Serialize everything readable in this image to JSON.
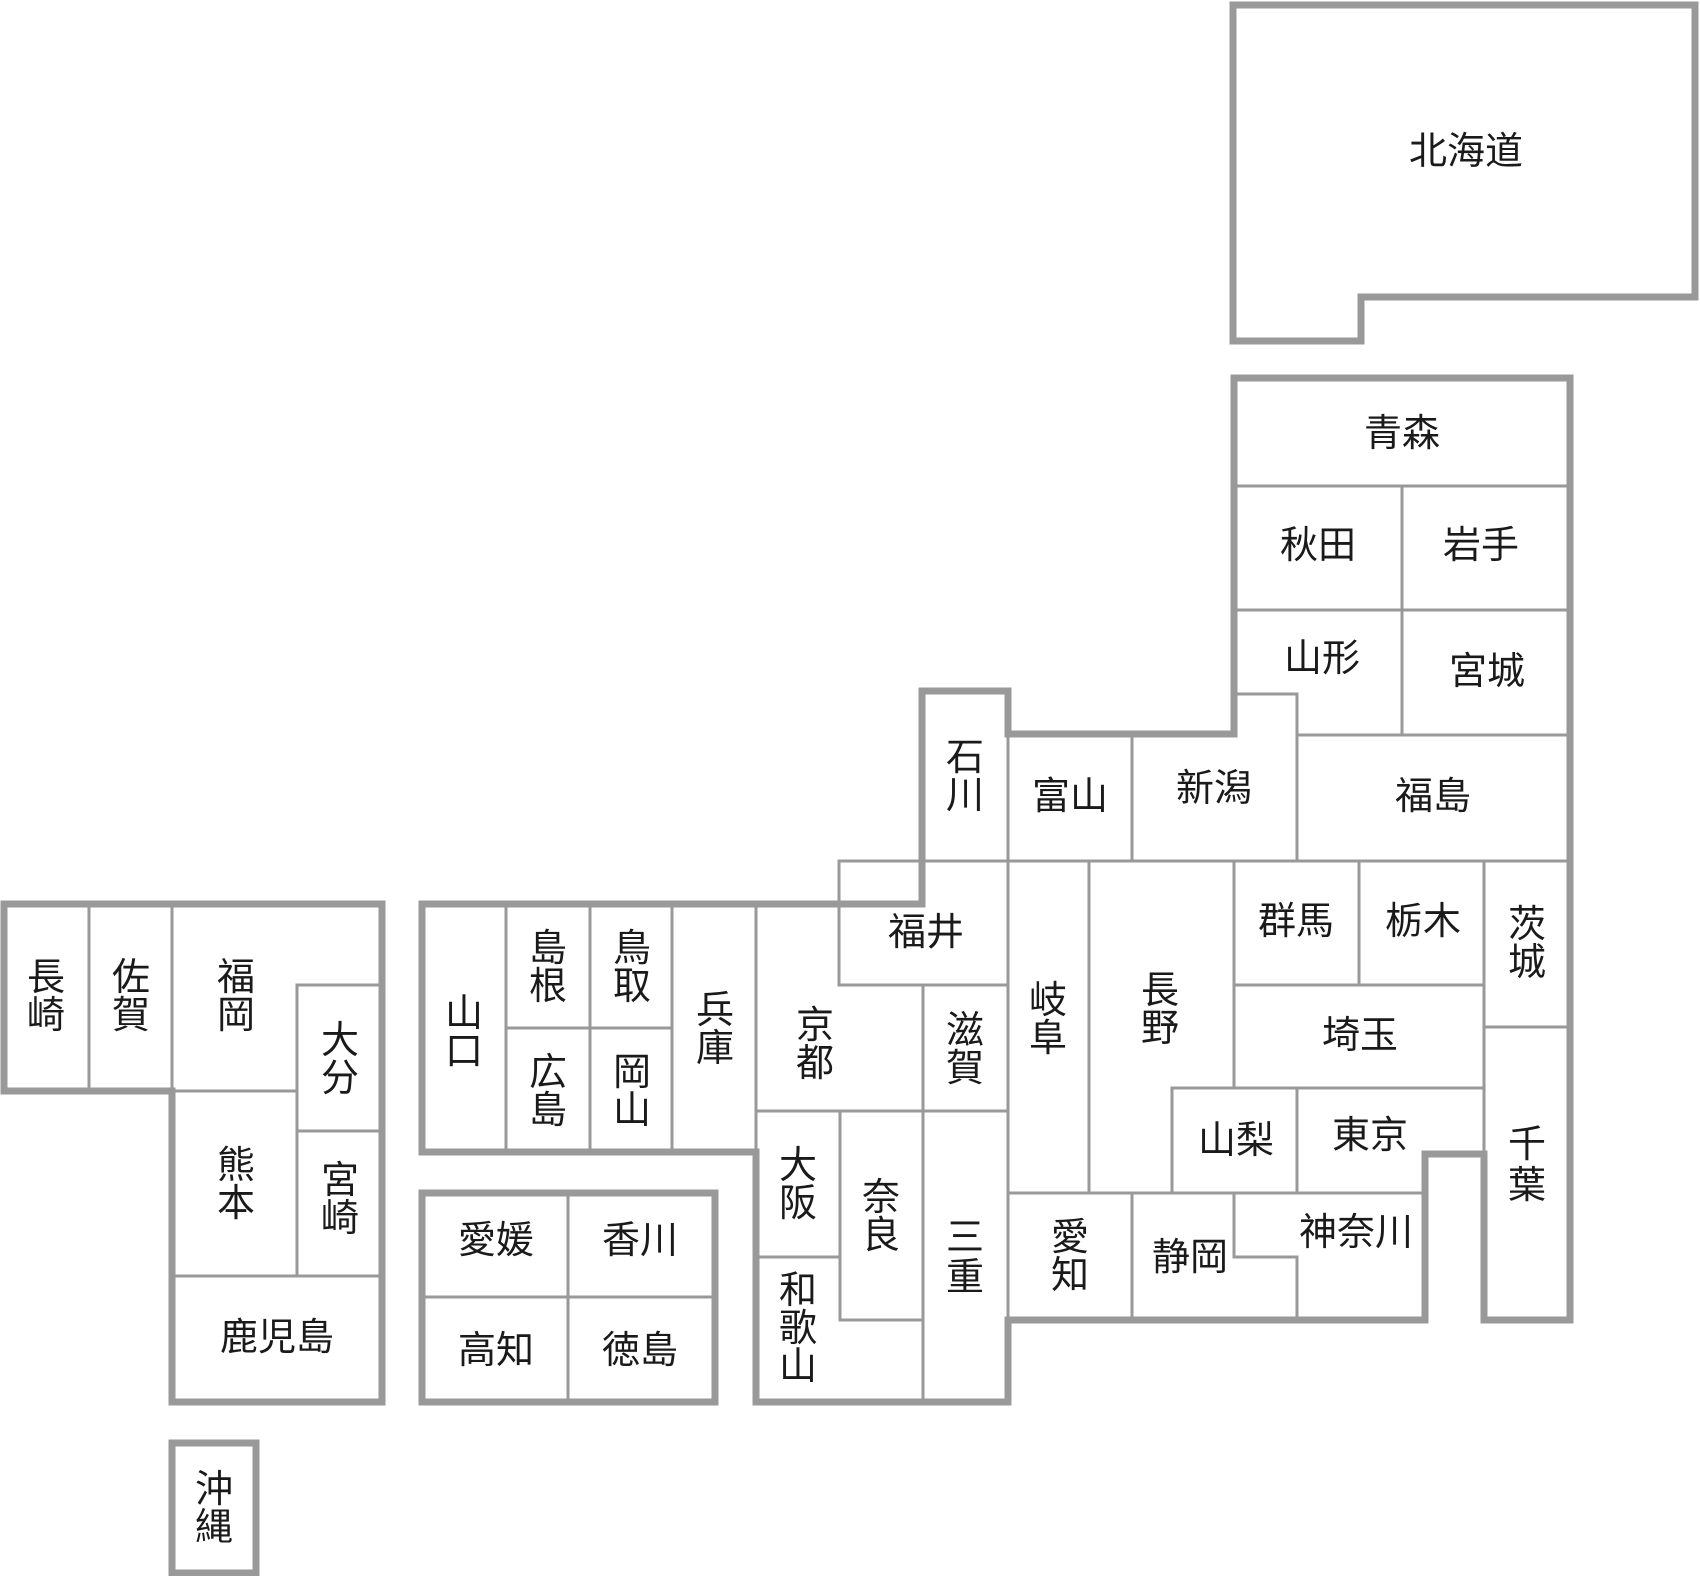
{
  "prefectures": {
    "hokkaido": "北海道",
    "aomori": "青森",
    "akita": "秋田",
    "iwate": "岩手",
    "yamagata": "山形",
    "miyagi": "宮城",
    "ishikawa": "石川",
    "toyama": "富山",
    "niigata": "新潟",
    "fukushima": "福島",
    "fukui": "福井",
    "gifu": "岐阜",
    "nagano": "長野",
    "gunma": "群馬",
    "tochigi": "栃木",
    "ibaraki": "茨城",
    "saitama": "埼玉",
    "yamanashi": "山梨",
    "tokyo": "東京",
    "chiba": "千葉",
    "kanagawa": "神奈川",
    "shizuoka": "静岡",
    "aichi": "愛知",
    "mie": "三重",
    "shiga": "滋賀",
    "kyoto": "京都",
    "osaka": "大阪",
    "nara": "奈良",
    "wakayama": "和歌山",
    "hyogo": "兵庫",
    "tottori": "鳥取",
    "okayama": "岡山",
    "shimane": "島根",
    "hiroshima": "広島",
    "yamaguchi": "山口",
    "ehime": "愛媛",
    "kagawa": "香川",
    "kochi": "高知",
    "tokushima": "徳島",
    "nagasaki": "長崎",
    "saga": "佐賀",
    "fukuoka": "福岡",
    "oita": "大分",
    "kumamoto": "熊本",
    "miyazaki": "宮崎",
    "kagoshima": "鹿児島",
    "okinawa": "沖縄"
  },
  "colors": {
    "border": "#999999",
    "fill": "#ffffff",
    "text": "#1a1a1a"
  }
}
